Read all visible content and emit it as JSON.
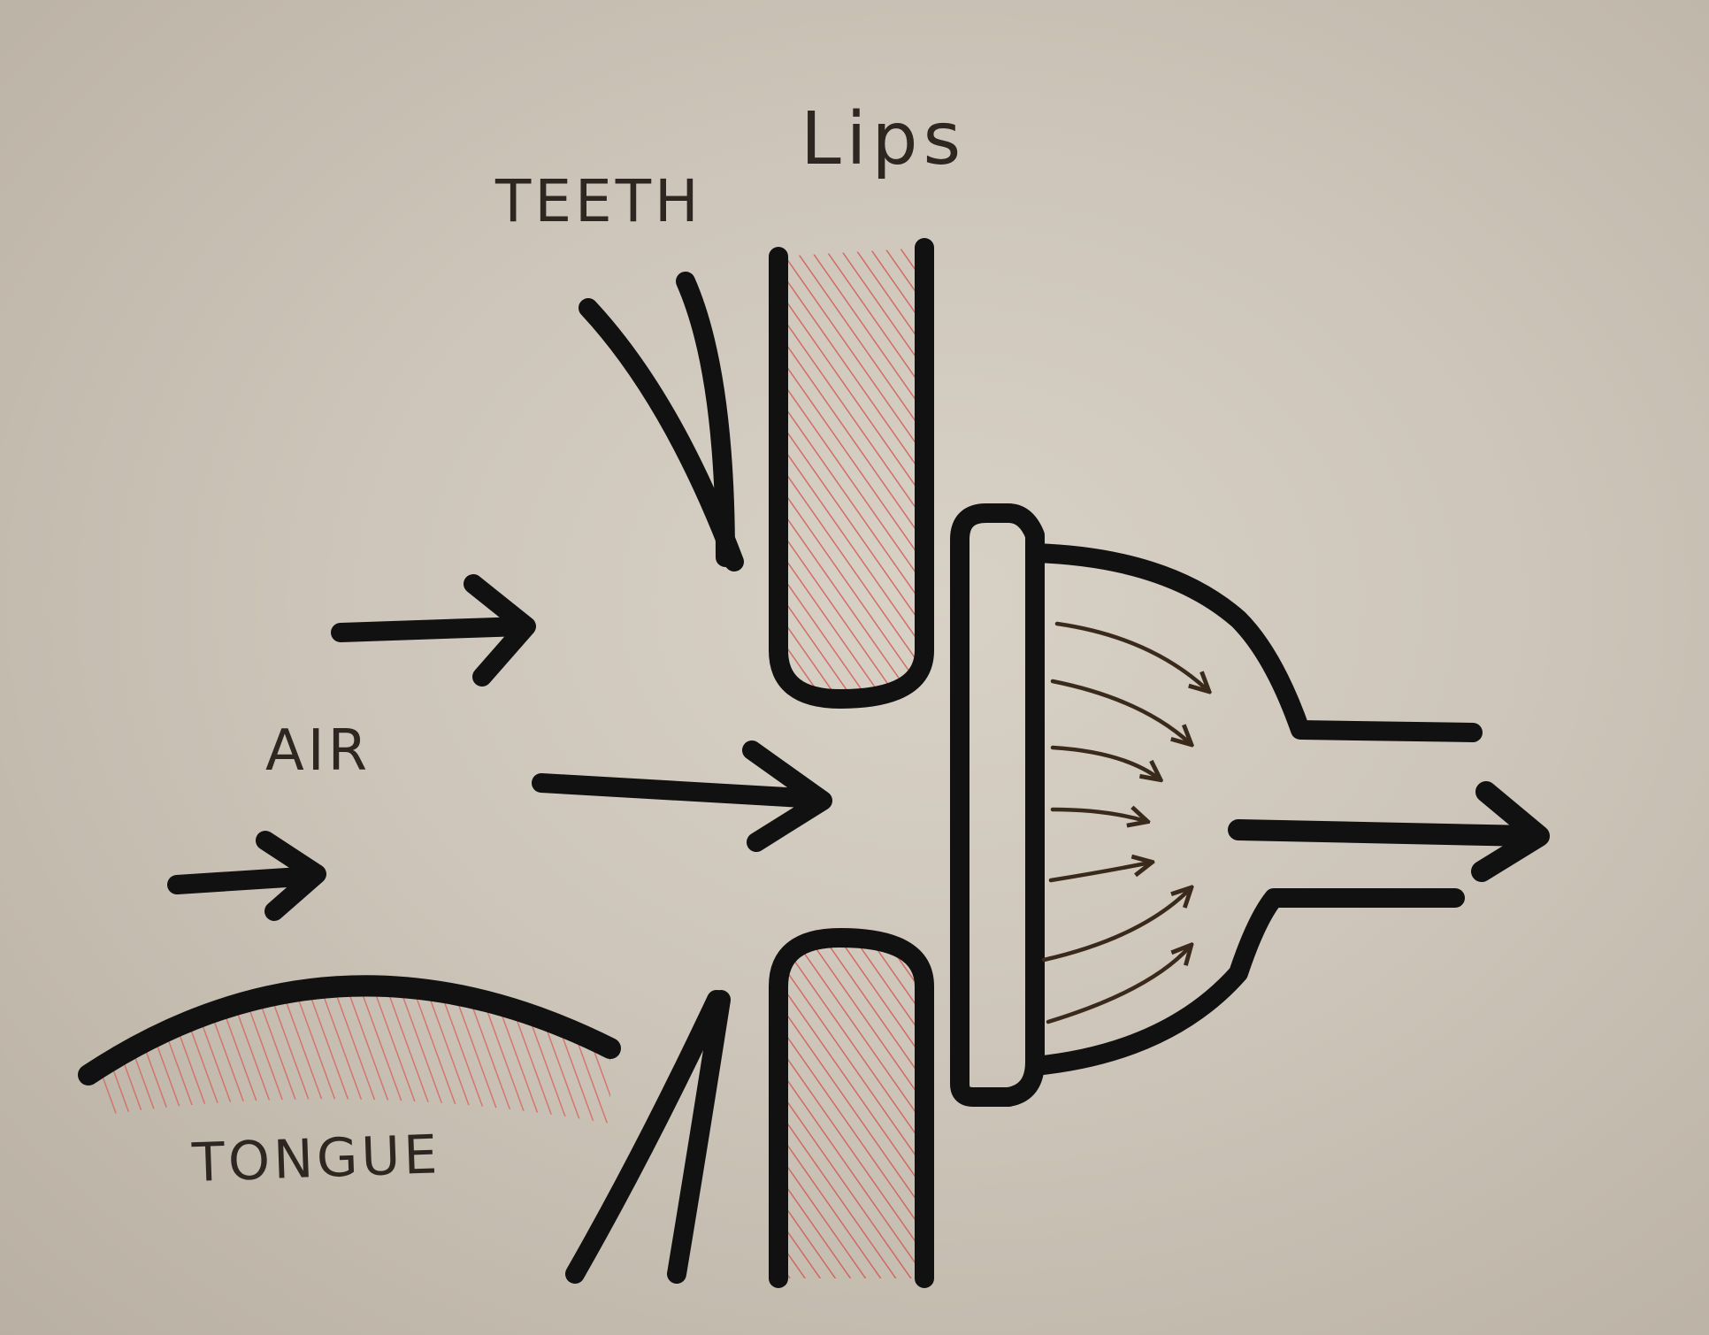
{
  "diagram": {
    "type": "hand-drawn sketch",
    "description": "Brass instrument embouchure: air flows from the mouth between the lips into a mouthpiece cup and out the backbore",
    "labels": {
      "teeth": "TEETH",
      "lips": "Lips",
      "air": "AIR",
      "tongue": "TONGUE"
    },
    "components": [
      "teeth-upper",
      "teeth-lower",
      "lip-upper",
      "lip-lower",
      "tongue",
      "mouthpiece-rim",
      "mouthpiece-cup",
      "mouthpiece-backbore",
      "air-arrows",
      "flow-arrows",
      "output-arrow"
    ],
    "colors": {
      "ink": "#111111",
      "lip_shading": "#d24a48",
      "tongue_shading": "#d95550",
      "flow_arrows": "#3a2a1c",
      "label_ink": "#2e2620",
      "paper": "#d2cabf"
    }
  }
}
